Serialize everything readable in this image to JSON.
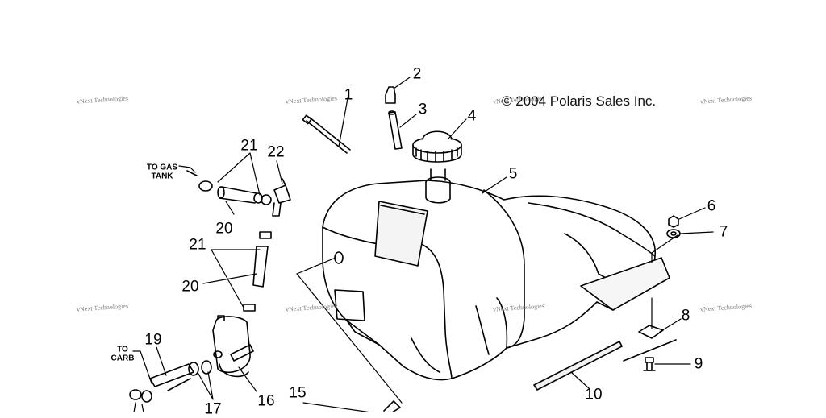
{
  "copyright": "© 2004 Polaris Sales Inc.",
  "watermark": "vNext Technologies",
  "notes": {
    "to_gas_tank": [
      "TO GAS",
      "TANK"
    ],
    "to_carb": [
      "TO",
      "CARB"
    ]
  },
  "callouts": {
    "c1": "1",
    "c2": "2",
    "c3": "3",
    "c4": "4",
    "c5": "5",
    "c6": "6",
    "c7": "7",
    "c8": "8",
    "c9": "9",
    "c10": "10",
    "c15": "15",
    "c16": "16",
    "c17": "17",
    "c19": "19",
    "c20a": "20",
    "c20b": "20",
    "c21a": "21",
    "c21b": "21",
    "c22": "22"
  },
  "colors": {
    "ink": "#000000",
    "watermark": "#7a7a7a",
    "background": "#ffffff"
  }
}
